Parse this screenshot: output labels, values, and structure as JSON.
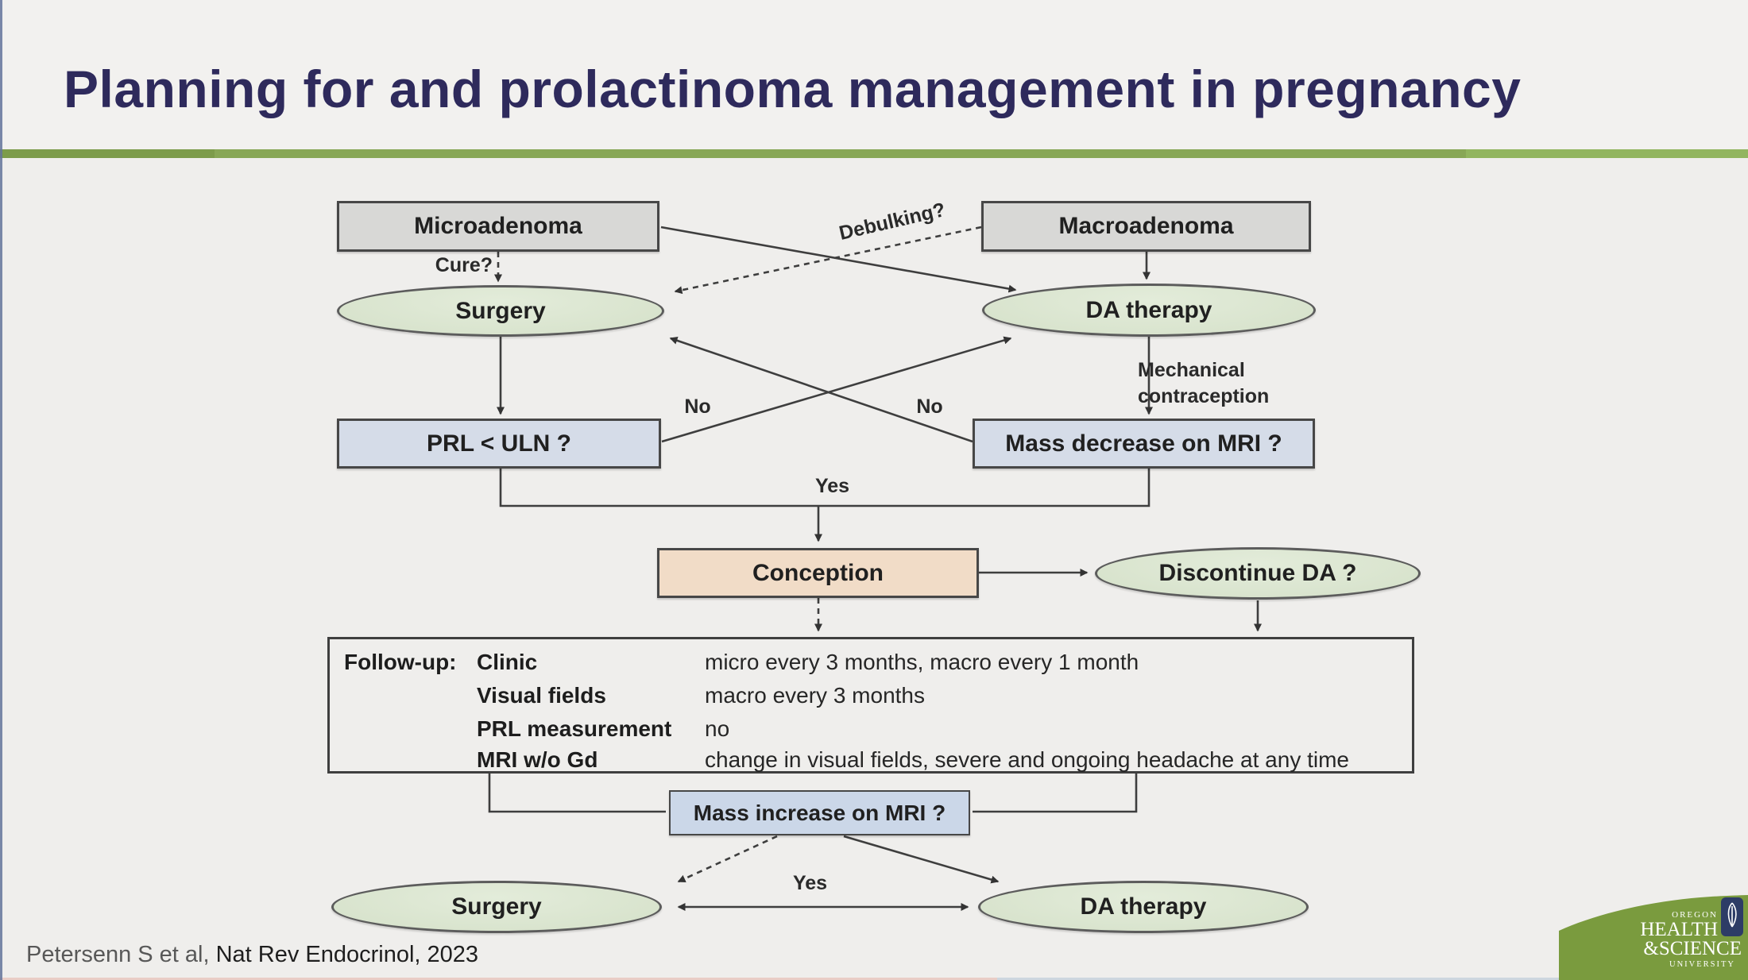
{
  "title": "Planning for and prolactinoma management in pregnancy",
  "nodes": {
    "microadenoma": "Microadenoma",
    "macroadenoma": "Macroadenoma",
    "surgery_top": "Surgery",
    "da_therapy_top": "DA therapy",
    "prl_uln": "PRL < ULN ?",
    "mass_decrease": "Mass decrease on MRI ?",
    "conception": "Conception",
    "discontinue_da": "Discontinue DA ?",
    "mass_increase": "Mass increase on MRI ?",
    "surgery_bottom": "Surgery",
    "da_therapy_bottom": "DA therapy"
  },
  "edge_labels": {
    "cure": "Cure?",
    "debulking": "Debulking?",
    "no_left": "No",
    "no_right": "No",
    "mechanical_line1": "Mechanical",
    "mechanical_line2": "contraception",
    "yes_top": "Yes",
    "yes_bottom": "Yes"
  },
  "followup": {
    "title": "Follow-up:",
    "rows": [
      {
        "label": "Clinic",
        "value": "micro every 3 months, macro every 1 month"
      },
      {
        "label": "Visual fields",
        "value": "macro every 3 months"
      },
      {
        "label": "PRL measurement",
        "value": "no"
      },
      {
        "label": "MRI w/o Gd",
        "value": "change in visual fields, severe and ongoing headache at any time"
      }
    ]
  },
  "citation": {
    "authors": "Petersenn S et al, ",
    "journal": "Nat Rev Endocrinol, 2023"
  },
  "logo": {
    "line1": "OREGON",
    "line2": "HEALTH",
    "line3": "&SCIENCE",
    "line4": "UNIVERSITY"
  },
  "colors": {
    "title_navy": "#2e2a5c",
    "divider_green": "#88a756",
    "node_green": "#dce6d3",
    "node_blue": "#d5dce8",
    "node_tan": "#f1dcc7",
    "node_gray": "#d8d8d6",
    "connector": "#3e3e3e",
    "logo_green": "#7a9b3e",
    "badge_navy": "#2d3c66"
  }
}
